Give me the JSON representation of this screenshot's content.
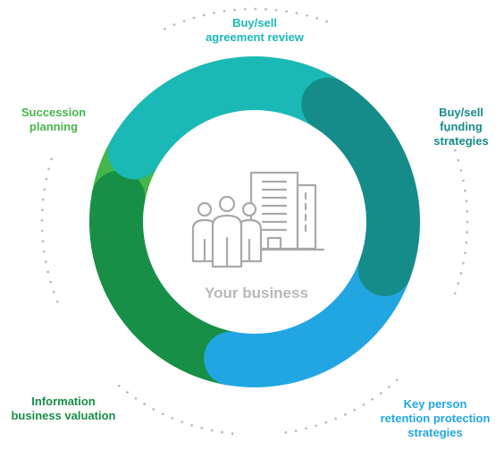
{
  "center": {
    "caption": "Your business",
    "icon": "business-people-building-icon"
  },
  "segments": [
    {
      "id": "buy-sell-agreement-review",
      "lines": [
        "Buy/sell",
        "agreement review"
      ],
      "color": "#1bb9b5"
    },
    {
      "id": "buy-sell-funding-strategies",
      "lines": [
        "Buy/sell",
        "funding",
        "strategies"
      ],
      "color": "#168c8a"
    },
    {
      "id": "key-person-retention-protection-strategies",
      "lines": [
        "Key person",
        "retention protection",
        "strategies"
      ],
      "color": "#22a6e2"
    },
    {
      "id": "information-business-valuation",
      "lines": [
        "Information",
        "business valuation"
      ],
      "color": "#178f47"
    },
    {
      "id": "succession-planning",
      "lines": [
        "Succession",
        "planning"
      ],
      "color": "#46b54b"
    }
  ],
  "colors": {
    "dots": "#bdbdbd",
    "icon": "#a9a9a9",
    "caption": "#b8b8b8"
  }
}
